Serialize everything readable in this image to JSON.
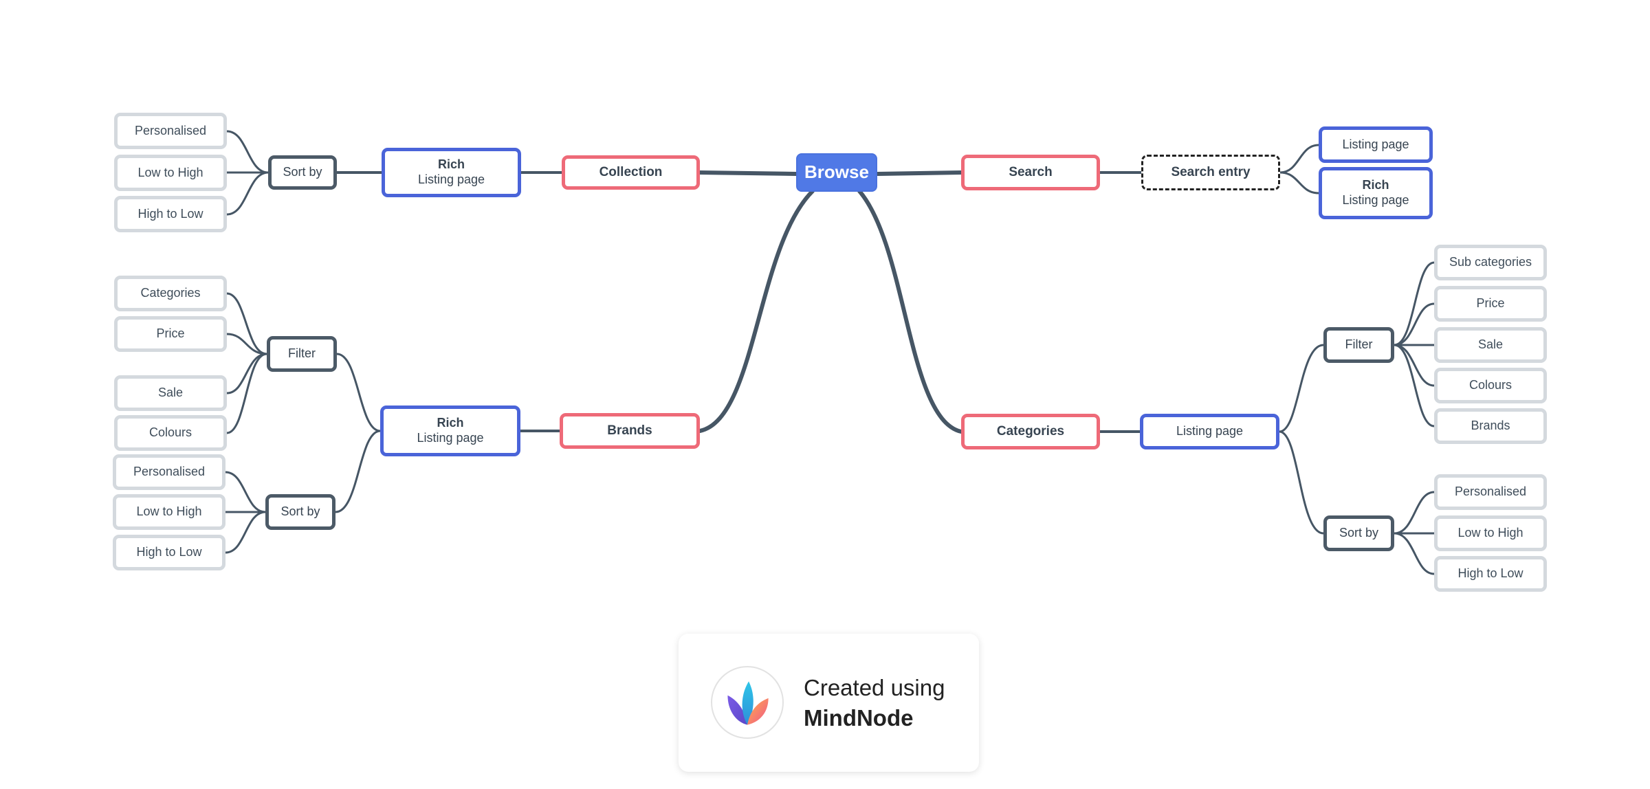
{
  "diagram": {
    "root": {
      "label": "Browse"
    },
    "left": {
      "collection": {
        "label": "Collection",
        "rich": {
          "line1": "Rich",
          "line2": "Listing page"
        },
        "sort": {
          "label": "Sort by",
          "options": [
            "Personalised",
            "Low to High",
            "High to Low"
          ]
        }
      },
      "brands": {
        "label": "Brands",
        "rich": {
          "line1": "Rich",
          "line2": "Listing page"
        },
        "filter": {
          "label": "Filter",
          "options": [
            "Categories",
            "Price",
            "Sale",
            "Colours"
          ]
        },
        "sort": {
          "label": "Sort by",
          "options": [
            "Personalised",
            "Low to High",
            "High to Low"
          ]
        }
      }
    },
    "right": {
      "search": {
        "label": "Search",
        "entry": {
          "label": "Search entry"
        },
        "listing": {
          "label": "Listing page"
        },
        "rich": {
          "line1": "Rich",
          "line2": "Listing page"
        }
      },
      "categories": {
        "label": "Categories",
        "listing": {
          "label": "Listing page"
        },
        "filter": {
          "label": "Filter",
          "options": [
            "Sub categories",
            "Price",
            "Sale",
            "Colours",
            "Brands"
          ]
        },
        "sort": {
          "label": "Sort by",
          "options": [
            "Personalised",
            "Low to High",
            "High to Low"
          ]
        }
      }
    }
  },
  "badge": {
    "line1": "Created using",
    "line2": "MindNode"
  },
  "colors": {
    "root": "#5079e6",
    "red_border": "#ee6a78",
    "blue_border": "#4a64d9",
    "dark_border": "#4c5a67",
    "gray_border": "#d4d9de",
    "edge": "#465665"
  }
}
